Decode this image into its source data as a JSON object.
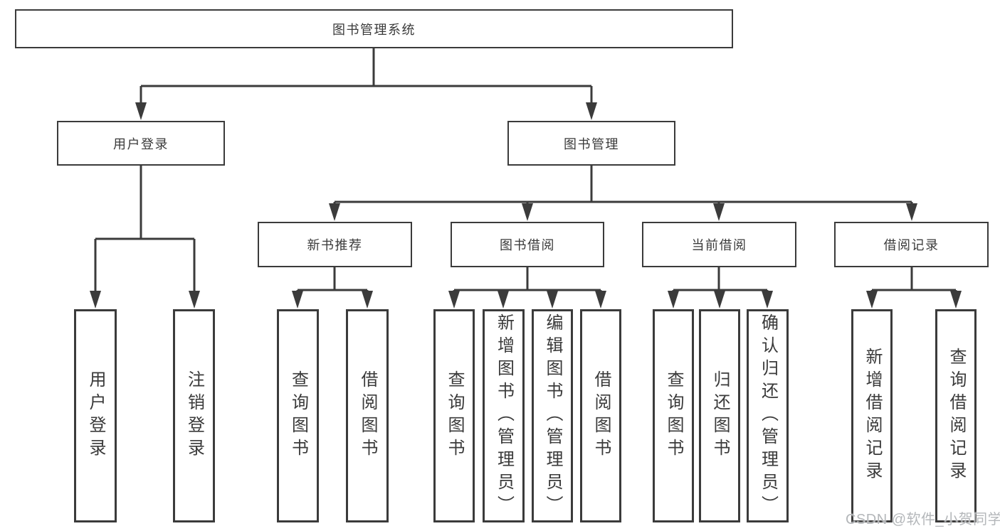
{
  "diagram": {
    "root": {
      "label": "图书管理系统"
    },
    "level2": {
      "user_login": {
        "label": "用户登录"
      },
      "book_mgmt": {
        "label": "图书管理"
      }
    },
    "level3": {
      "new_book_rec": {
        "label": "新书推荐"
      },
      "book_borrow": {
        "label": "图书借阅"
      },
      "current_borrow": {
        "label": "当前借阅"
      },
      "borrow_records": {
        "label": "借阅记录"
      }
    },
    "leaves": {
      "user_login_leaf": {
        "label": "用户登录"
      },
      "logout": {
        "label": "注销登录"
      },
      "nb_query_books": {
        "label": "查询图书"
      },
      "nb_borrow_books": {
        "label": "借阅图书"
      },
      "bb_query_books": {
        "label": "查询图书"
      },
      "bb_add_books": {
        "label": "新增图书（管理员）"
      },
      "bb_edit_books": {
        "label": "编辑图书（管理员）"
      },
      "bb_borrow_books": {
        "label": "借阅图书"
      },
      "cb_query_books": {
        "label": "查询图书"
      },
      "cb_return_books": {
        "label": "归还图书"
      },
      "cb_confirm_return": {
        "label": "确认归还（管理员）"
      },
      "br_add_record": {
        "label": "新增借阅记录"
      },
      "br_query_record": {
        "label": "查询借阅记录"
      }
    },
    "watermark": {
      "text": "CSDN @软件_小贺同学"
    },
    "colors": {
      "line": "#3b3b3b",
      "text": "#3a3a3a",
      "background": "#ffffff",
      "watermark": "#b4b7ba"
    }
  }
}
